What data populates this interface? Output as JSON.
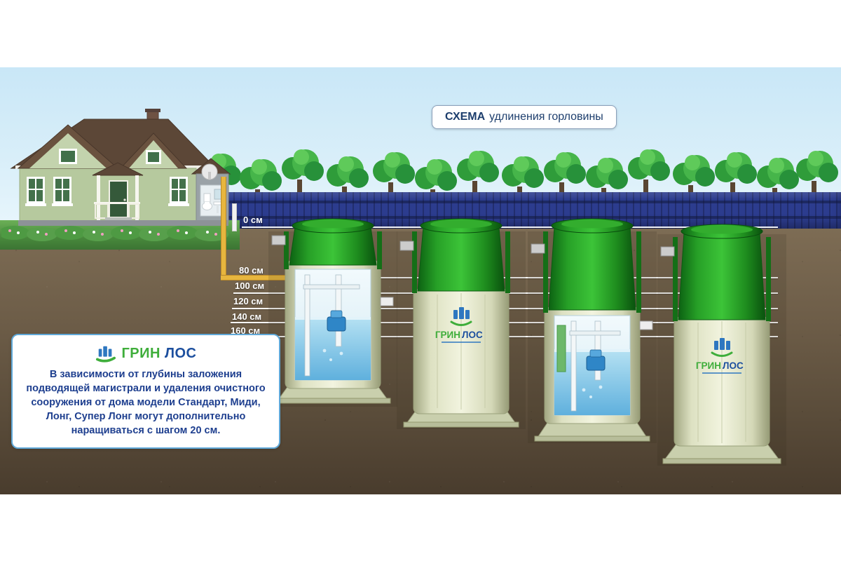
{
  "title_badge": {
    "prefix": "СХЕМА",
    "suffix": "удлинения горловины"
  },
  "depth_scale": {
    "unit": "см",
    "labels": [
      "0 см",
      "80 см",
      "100 см",
      "120 см",
      "140 см",
      "160 см"
    ]
  },
  "brand": {
    "green": "ГРИН",
    "blue": "ЛОС"
  },
  "info_box": {
    "text": "В зависимости от глубины заложения подводящей магистрали и удаления очистного сооружения от дома модели Стандарт, Миди, Лонг, Супер Лонг могут дополнительно наращиваться с шагом 20 см."
  },
  "tanks": [
    {
      "id": "tank-1",
      "view": "cutaway",
      "logo_visible": false
    },
    {
      "id": "tank-2",
      "view": "solid",
      "logo_visible": true
    },
    {
      "id": "tank-3",
      "view": "cutaway",
      "logo_visible": false
    },
    {
      "id": "tank-4",
      "view": "solid",
      "logo_visible": true
    }
  ],
  "colors": {
    "sky": "#cfe9f7",
    "ground": "#6d5d48",
    "fence": "#2c3c8e",
    "tree_green": "#46b54a",
    "tank_green": "#1f8c1f",
    "tank_body": "#e8ebd2",
    "pipe_yellow": "#e7b63e",
    "depth_line": "#ffffff",
    "brand_green": "#3fae3b",
    "brand_blue": "#1c4f9e",
    "text_blue": "#1e3f8f"
  }
}
